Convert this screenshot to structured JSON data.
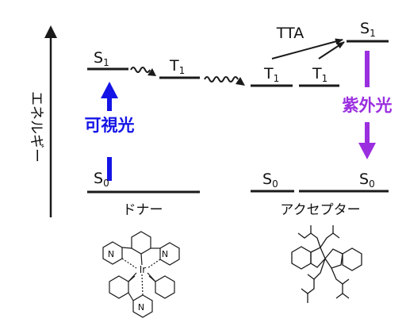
{
  "axis": {
    "label": "エネルギー"
  },
  "donor": {
    "name": "ドナー",
    "s1": {
      "base": "S",
      "sub": "1"
    },
    "t1": {
      "base": "T",
      "sub": "1"
    },
    "s0": {
      "base": "S",
      "sub": "0"
    },
    "absorption": "可視光",
    "molecule_atoms": [
      "N",
      "N",
      "N",
      "Ir"
    ]
  },
  "acceptor": {
    "name": "アクセプター",
    "t1_left": {
      "base": "T",
      "sub": "1"
    },
    "t1_right": {
      "base": "T",
      "sub": "1"
    },
    "s1": {
      "base": "S",
      "sub": "1"
    },
    "s0_left": {
      "base": "S",
      "sub": "0"
    },
    "s0_right": {
      "base": "S",
      "sub": "0"
    },
    "emission": "紫外光"
  },
  "process": {
    "tta": "TTA"
  },
  "colors": {
    "blue": "#1414e6",
    "purple": "#9b2fe0",
    "line": "#1a1a1a"
  }
}
